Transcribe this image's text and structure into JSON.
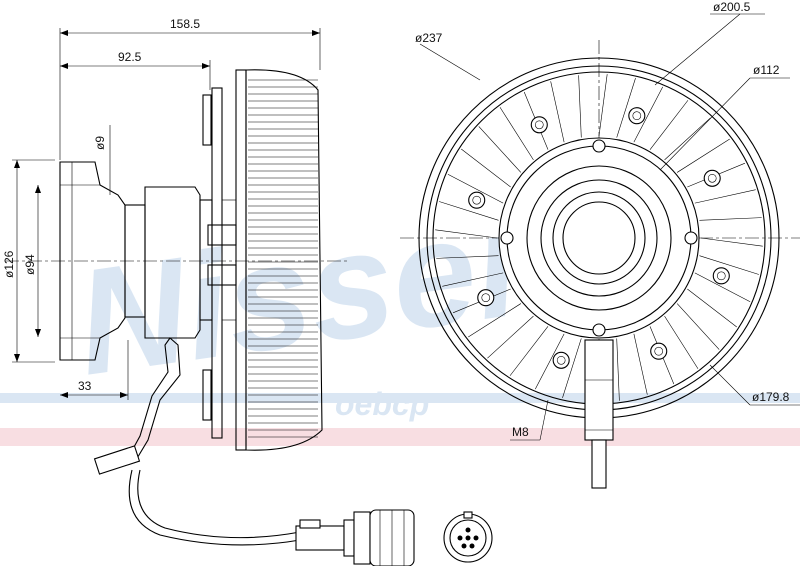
{
  "drawing": {
    "side_view": {
      "dims": {
        "overall_length": "158.5",
        "hub_length": "92.5",
        "flange_thickness": "ø9",
        "outer_dia": "ø126",
        "inner_dia": "ø94",
        "flange_depth": "33"
      }
    },
    "front_view": {
      "dims": {
        "fan_dia": "ø237",
        "bolt_circle_outer": "ø200.5",
        "hub_dia": "ø112",
        "bolt_circle_inner": "ø179.8",
        "thread": "M8"
      }
    }
  },
  "watermark": {
    "brand": "Nissens",
    "site": "oebcp"
  },
  "colors": {
    "watermark_blue": "#bcd3ea",
    "watermark_pink": "#f4c4cc",
    "line": "#000000"
  }
}
